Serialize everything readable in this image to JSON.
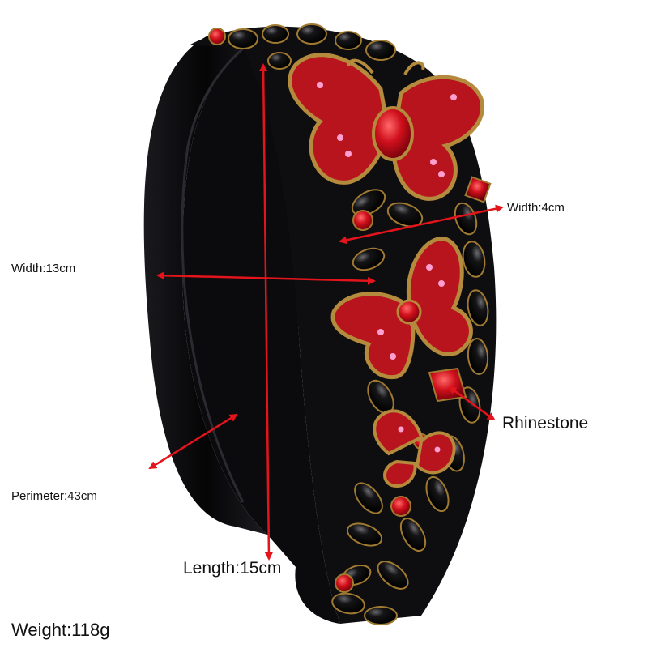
{
  "product": {
    "description": "black velvet padded headband decorated with red rhinestone butterflies and black crystals"
  },
  "annotations": {
    "width_top": "Width:4cm",
    "width_span": "Width:13cm",
    "rhinestone": "Rhinestone",
    "perimeter": "Perimeter:43cm",
    "length": "Length:15cm",
    "weight": "Weight:118g"
  },
  "colors": {
    "arrow": "#e3141b",
    "velvet": "#0d0d0f",
    "velvet_edge": "#24242a",
    "gold": "#b48a3c",
    "red_stone": "#c8141e",
    "black_stone": "#050505"
  }
}
